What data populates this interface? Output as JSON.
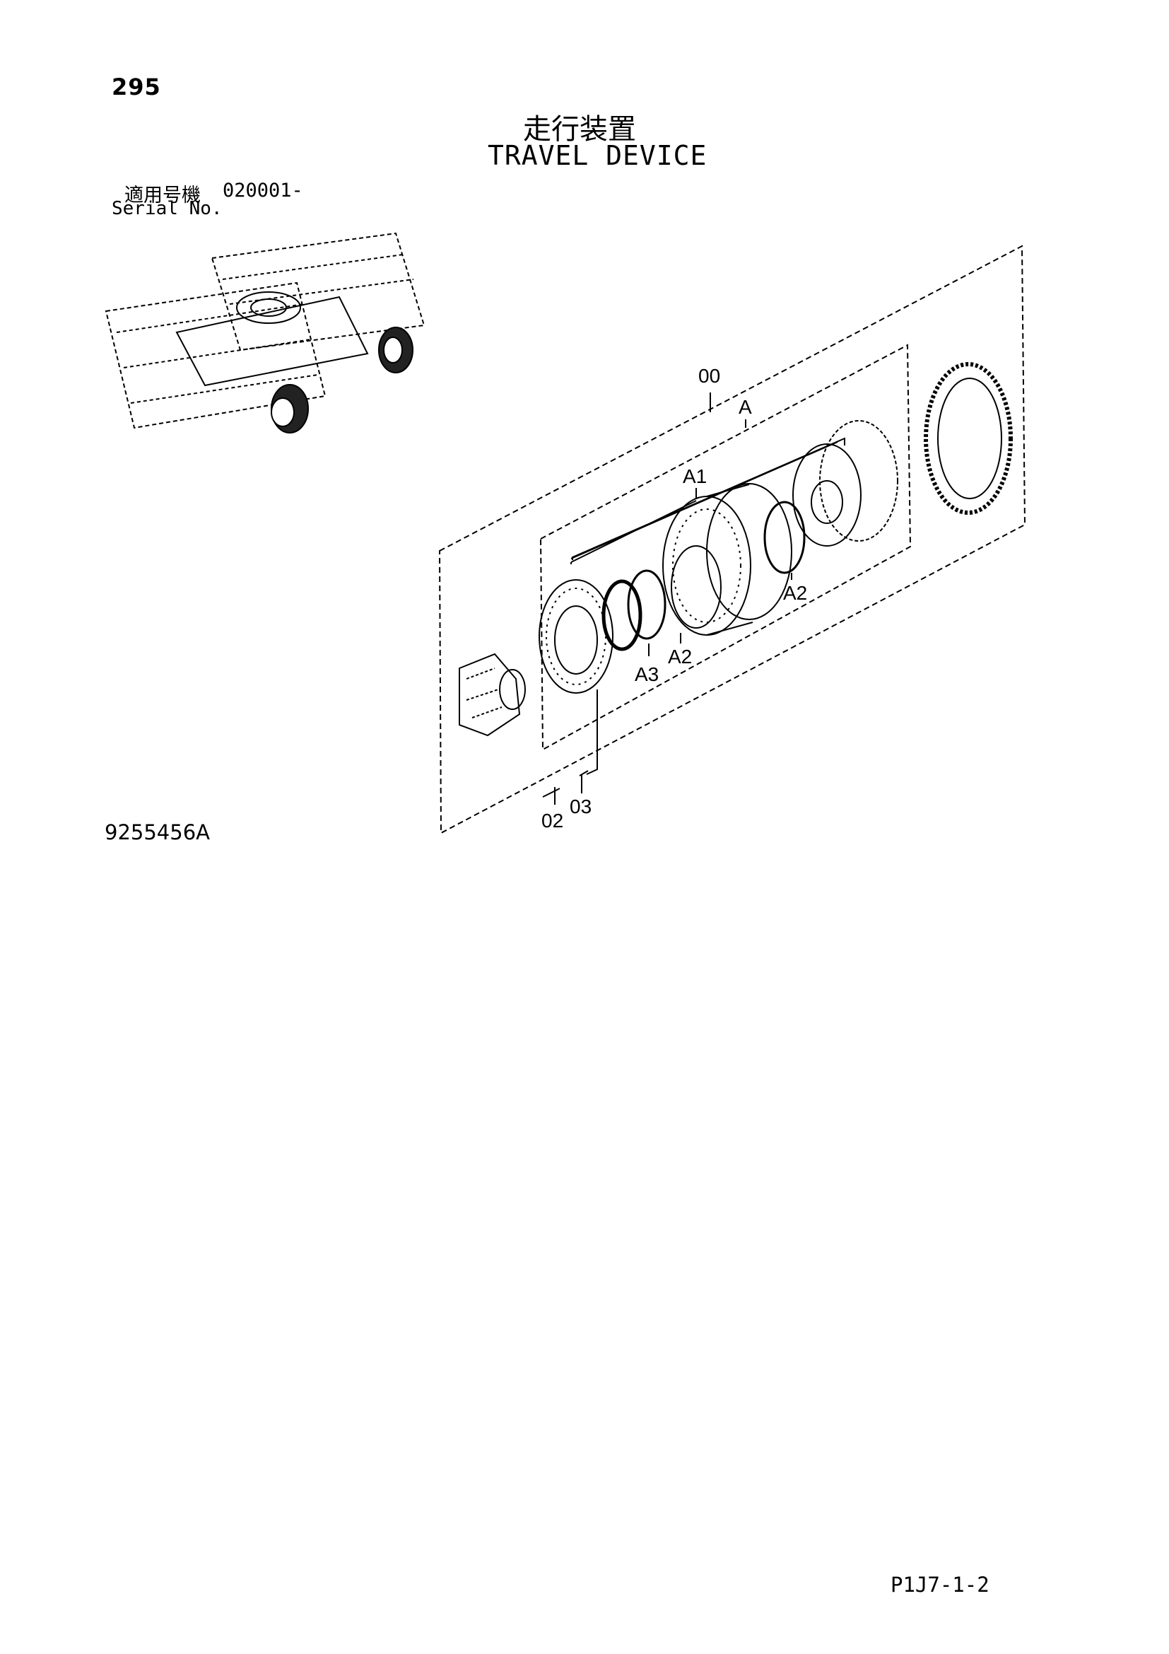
{
  "header": {
    "page_number": "295",
    "title_jp": "走行装置",
    "title_en": "TRAVEL DEVICE",
    "serial_label_jp": "適用号機",
    "serial_value": "020001-",
    "serial_label_en": "Serial No."
  },
  "diagram": {
    "callouts": {
      "c00": "00",
      "cA": "A",
      "cA1": "A1",
      "cA2a": "A2",
      "cA2b": "A2",
      "cA3": "A3",
      "c02": "02",
      "c03": "03"
    }
  },
  "footer": {
    "figure_number": "9255456A",
    "page_code": "P1J7-1-2"
  }
}
